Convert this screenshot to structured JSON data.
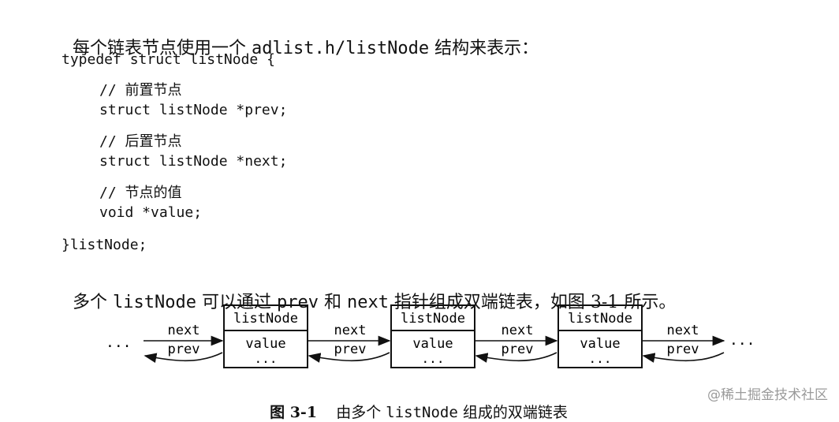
{
  "intro_text_prefix": "每个链表节点使用一个 ",
  "intro_text_code": "adlist.h/listNode",
  "intro_text_suffix": " 结构来表示：",
  "code": {
    "line1": "typedef struct listNode {",
    "comment_prev": "// 前置节点",
    "line_prev": "struct listNode *prev;",
    "comment_next": "// 后置节点",
    "line_next": "struct listNode *next;",
    "comment_value": "// 节点的值",
    "line_value": "void *value;",
    "line_end": "}listNode;"
  },
  "desc": {
    "p1": "多个 ",
    "c1": "listNode",
    "p2": " 可以通过 ",
    "c2": "prev",
    "p3": " 和 ",
    "c3": "next",
    "p4": " 指针组成双端链表，如图 3-1 所示。"
  },
  "diagram": {
    "node_title": "listNode",
    "node_value": "value",
    "node_more": "...",
    "next_label": "next",
    "prev_label": "prev",
    "left_dots": "...",
    "right_dots": "..."
  },
  "caption": {
    "fig": "图 3-1",
    "p1": "由多个 ",
    "c1": "listNode",
    "p2": " 组成的双端链表"
  },
  "watermark": "@稀土掘金技术社区"
}
